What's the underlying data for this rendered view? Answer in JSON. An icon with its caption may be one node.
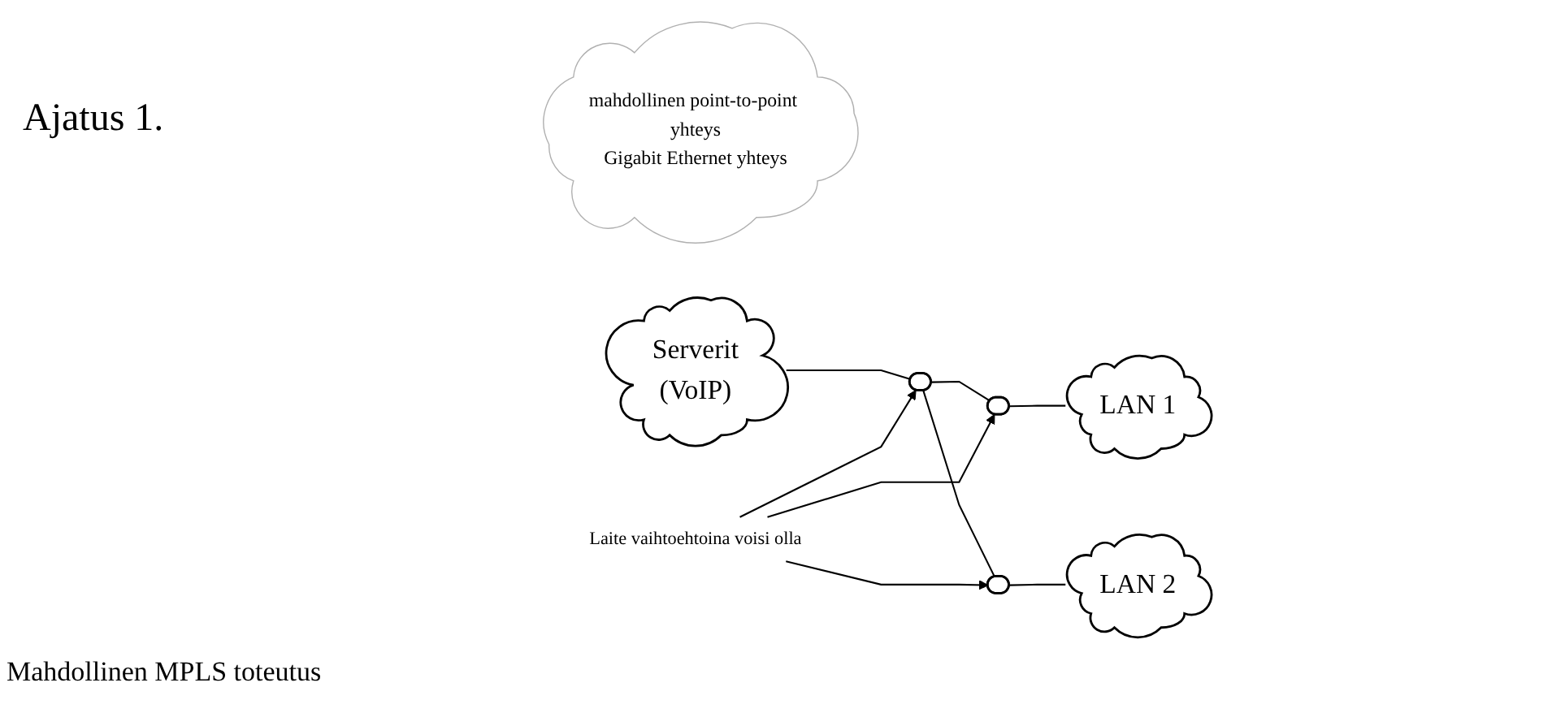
{
  "diagram": {
    "title": "Ajatus 1.",
    "nodes": [
      {
        "text": [
          "mahdollinen point-to-point yhteys",
          "Gigabit Ethernet yhteys"
        ]
      },
      {
        "text": [
          "Serverit",
          "(VoIP)"
        ]
      },
      {
        "text": [
          "LAN 1"
        ]
      },
      {
        "text": [
          "LAN 2"
        ]
      },
      {
        "text": [],
        "shape": "ellipse"
      },
      {
        "text": [],
        "shape": "ellipse"
      },
      {
        "text": [],
        "shape": "ellipse"
      },
      {
        "text": [
          "Laite vaihtoehtoina voisi olla"
        ]
      }
    ],
    "edges": [
      {
        "from": 1,
        "to": 4,
        "arrow": "none"
      },
      {
        "from": 4,
        "to": 5,
        "arrow": "none"
      },
      {
        "from": 4,
        "to": 6,
        "arrow": "none"
      },
      {
        "from": 5,
        "to": 2,
        "arrow": "none"
      },
      {
        "from": 6,
        "to": 3,
        "arrow": "none"
      },
      {
        "from": 7,
        "to": 5,
        "arrow": "to"
      },
      {
        "from": 7,
        "to": 4,
        "arrow": "to"
      },
      {
        "from": 7,
        "to": 6,
        "arrow": "to"
      }
    ],
    "labels": [
      "Mahdollinen MPLS toteutus"
    ]
  }
}
